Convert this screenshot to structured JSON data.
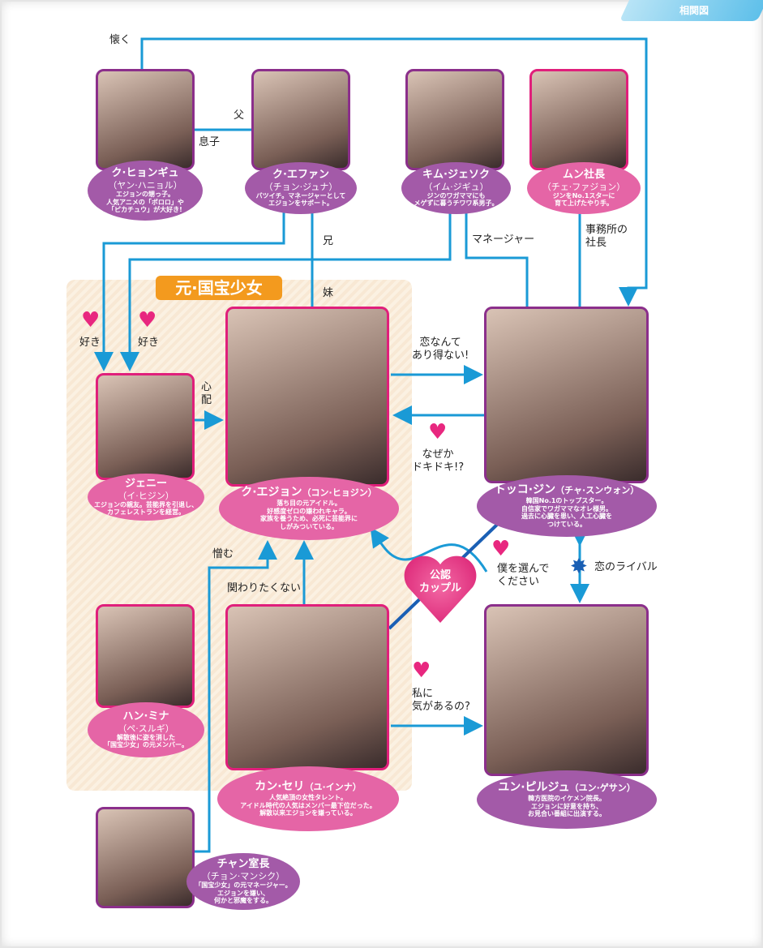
{
  "header": {
    "title": "相関図"
  },
  "group": {
    "label": "元·国宝少女"
  },
  "characters": [
    {
      "name": "ク·ヒョンギュ",
      "actor": "（ヤン·ハニョル）",
      "desc": [
        "エジョンの甥っ子。",
        "人気アニメの「ポロロ」や",
        "「ピカチュウ」が大好き!"
      ]
    },
    {
      "name": "ク·エファン",
      "actor": "（チョン·ジュナ）",
      "desc": [
        "バツイチ。マネージャーとして",
        "エジョンをサポート。"
      ]
    },
    {
      "name": "キム·ジェソク",
      "actor": "（イム·ジギュ）",
      "desc": [
        "ジンのワガママにも",
        "メゲずに暮うチワワ系男子。"
      ]
    },
    {
      "name": "ムン社長",
      "actor": "（チェ·ファジョン）",
      "desc": [
        "ジンをNo.1スターに",
        "育て上げたやり手。"
      ]
    },
    {
      "name": "ジェニー",
      "actor": "（イ·ヒジン）",
      "desc": [
        "エジョンの親友。芸能界を引退し、",
        "カフェレストランを経営。"
      ]
    },
    {
      "name": "ク·エジョン",
      "actor": "（コン·ヒョジン）",
      "desc": [
        "落ち目の元アイドル。",
        "好感度ゼロの嫌われキャラ。",
        "家族を養うため、必死に芸能界に",
        "しがみついている。"
      ]
    },
    {
      "name": "トッコ·ジン",
      "actor": "（チャ·スンウォン）",
      "desc": [
        "韓国No.1のトップスター。",
        "自信家でワガママなオレ様男。",
        "過去に心臓を患い、人工心臓を",
        "つけている。"
      ]
    },
    {
      "name": "ハン·ミナ",
      "actor": "（ペ·スルギ）",
      "desc": [
        "解散後に姿を消した",
        "「国宝少女」の元メンバー。"
      ]
    },
    {
      "name": "カン·セリ",
      "actor": "（ユ·インナ）",
      "desc": [
        "人気絶頂の女性タレント。",
        "アイドル時代の人気はメンバー最下位だった。",
        "解散以来エジョンを嫌っている。"
      ]
    },
    {
      "name": "ユン·ピルジュ",
      "actor": "（ユン·ゲサン）",
      "desc": [
        "韓方医院のイケメン院長。",
        "エジョンに好意を持ち、",
        "お見合い番組に出演する。"
      ]
    },
    {
      "name": "チャン室長",
      "actor": "（チョン·マンシク）",
      "desc": [
        "「国宝少女」の元マネージャー。",
        "エジョンを嫌い、",
        "何かと邪魔をする。"
      ]
    }
  ],
  "relations": {
    "natsuku": "懐く",
    "chichi": "父",
    "musuko": "息子",
    "ani": "兄",
    "imouto": "妹",
    "manager": "マネージャー",
    "shacho": [
      "事務所の",
      "社長"
    ],
    "suki1": "好き",
    "suki2": "好き",
    "shinpai": [
      "心",
      "配"
    ],
    "koi_nante": [
      "恋なんて",
      "あり得ない!"
    ],
    "nazeka": [
      "なぜか",
      "ドキドキ!?"
    ],
    "kounin": [
      "公認",
      "カップル"
    ],
    "boku": [
      "僕を選んで",
      "ください"
    ],
    "rival": "恋のライバル",
    "kakawari": "関わりたくない",
    "nikumu": "憎む",
    "watashi": [
      "私に",
      "気があるの?"
    ]
  },
  "colors": {
    "line": "#1a9ad6",
    "purple": "#a35aa8",
    "pink": "#e565a6",
    "heart": "#e8277f",
    "group_label": "#f39a1e"
  }
}
